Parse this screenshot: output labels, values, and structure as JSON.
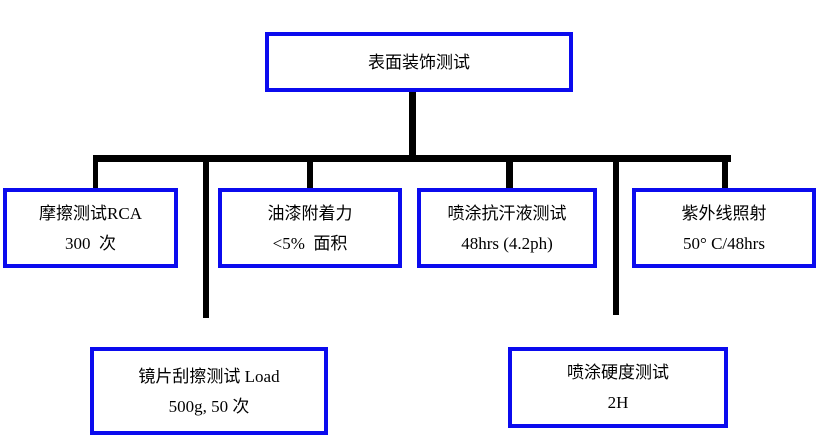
{
  "diagram": {
    "title": "表面装饰测试",
    "accent_border_color": "#0b0bee",
    "connector_color": "#000000",
    "root": {
      "line1": "表面装饰测试"
    },
    "row1": [
      {
        "line1": "摩擦测试RCA",
        "line2": "300  次"
      },
      {
        "line1": "油漆附着力",
        "line2": "<5%  面积"
      },
      {
        "line1": "喷涂抗汗液测试",
        "line2": "48hrs (4.2ph)"
      },
      {
        "line1": "紫外线照射",
        "line2": "50° C/48hrs"
      }
    ],
    "row2": [
      {
        "line1": "镜片刮擦测试 Load",
        "line2": "500g, 50 次"
      },
      {
        "line1": "喷涂硬度测试",
        "line2": "2H"
      }
    ]
  }
}
